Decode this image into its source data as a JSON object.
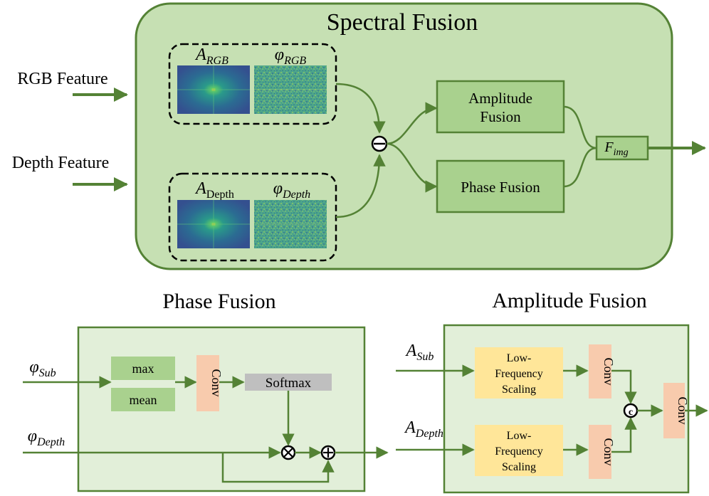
{
  "colors": {
    "panel_fill": "#c6e0b3",
    "panel_stroke": "#548235",
    "block_fill": "#a9d18e",
    "arrow": "#548235",
    "conv_fill": "#f8cbad",
    "lowfreq_fill": "#ffe699",
    "softmax_fill": "#bfbfbf",
    "maxmean_fill": "#a9d18e",
    "inner_fill": "#e2efd9"
  },
  "inputs": {
    "rgb_feature": "RGB Feature",
    "depth_feature": "Depth Feature"
  },
  "spectral": {
    "title": "Spectral Fusion",
    "rgb_amp": {
      "base": "A",
      "sub": "RGB"
    },
    "rgb_phase": {
      "base": "φ",
      "sub": "RGB"
    },
    "depth_amp": {
      "base": "A",
      "sub": "Depth"
    },
    "depth_phase": {
      "base": "φ",
      "sub": "Depth"
    },
    "subtract_symbol": "⊖",
    "amplitude_fusion_line1": "Amplitude",
    "amplitude_fusion_line2": "Fusion",
    "phase_fusion": "Phase Fusion",
    "output": {
      "base": "F",
      "sub": "img"
    }
  },
  "phase_module": {
    "title": "Phase Fusion",
    "in_sub": {
      "base": "φ",
      "sub": "Sub"
    },
    "in_depth": {
      "base": "φ",
      "sub": "Depth"
    },
    "max": "max",
    "mean": "mean",
    "conv": "Conv",
    "softmax": "Softmax",
    "multiply_symbol": "⊗",
    "add_symbol": "⊕"
  },
  "amplitude_module": {
    "title": "Amplitude Fusion",
    "in_sub": {
      "base": "A",
      "sub": "Sub"
    },
    "in_depth": {
      "base": "A",
      "sub": "Depth"
    },
    "lowfreq_line1": "Low-",
    "lowfreq_line2": "Frequency",
    "lowfreq_line3": "Scaling",
    "conv": "Conv",
    "concat_symbol": "©"
  }
}
